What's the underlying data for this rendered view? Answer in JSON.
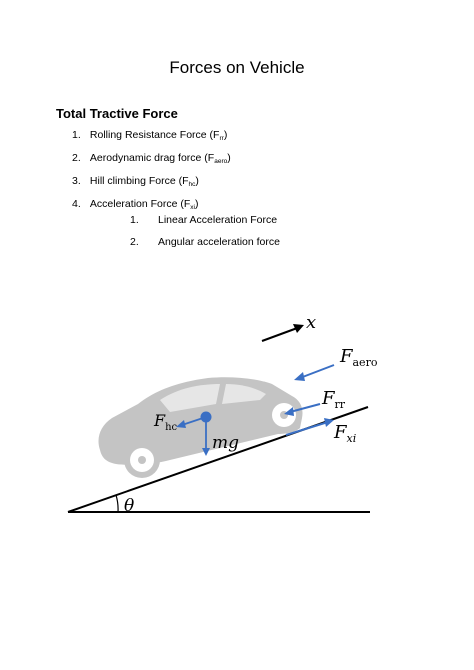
{
  "page_title": "Forces on Vehicle",
  "section_heading": "Total Tractive Force",
  "forces": [
    {
      "num": "1.",
      "text": "Rolling Resistance Force (F",
      "sub": "rr",
      "close": ")"
    },
    {
      "num": "2.",
      "text": "Aerodynamic drag force (F",
      "sub": "aero",
      "close": ")"
    },
    {
      "num": "3.",
      "text": "Hill climbing Force (F",
      "sub": "hc",
      "close": ")"
    },
    {
      "num": "4.",
      "text": "Acceleration Force (F",
      "sub": "xi",
      "close": ")"
    }
  ],
  "acceleration_subforces": [
    {
      "num": "1.",
      "text": "Linear Acceleration Force"
    },
    {
      "num": "2.",
      "text": "Angular acceleration force"
    }
  ],
  "diagram": {
    "x_label": "x",
    "f_aero_main": "F",
    "f_aero_sub": "aero",
    "f_rr_main": "F",
    "f_rr_sub": "rr",
    "f_xi_main": "F",
    "f_xi_sub": "xi",
    "f_hc_main": "F",
    "f_hc_sub": "hc",
    "mg_label": "mg",
    "theta_label": "θ",
    "arrow_color": "#3a6fc4",
    "car_color": "#c4c4c4"
  }
}
